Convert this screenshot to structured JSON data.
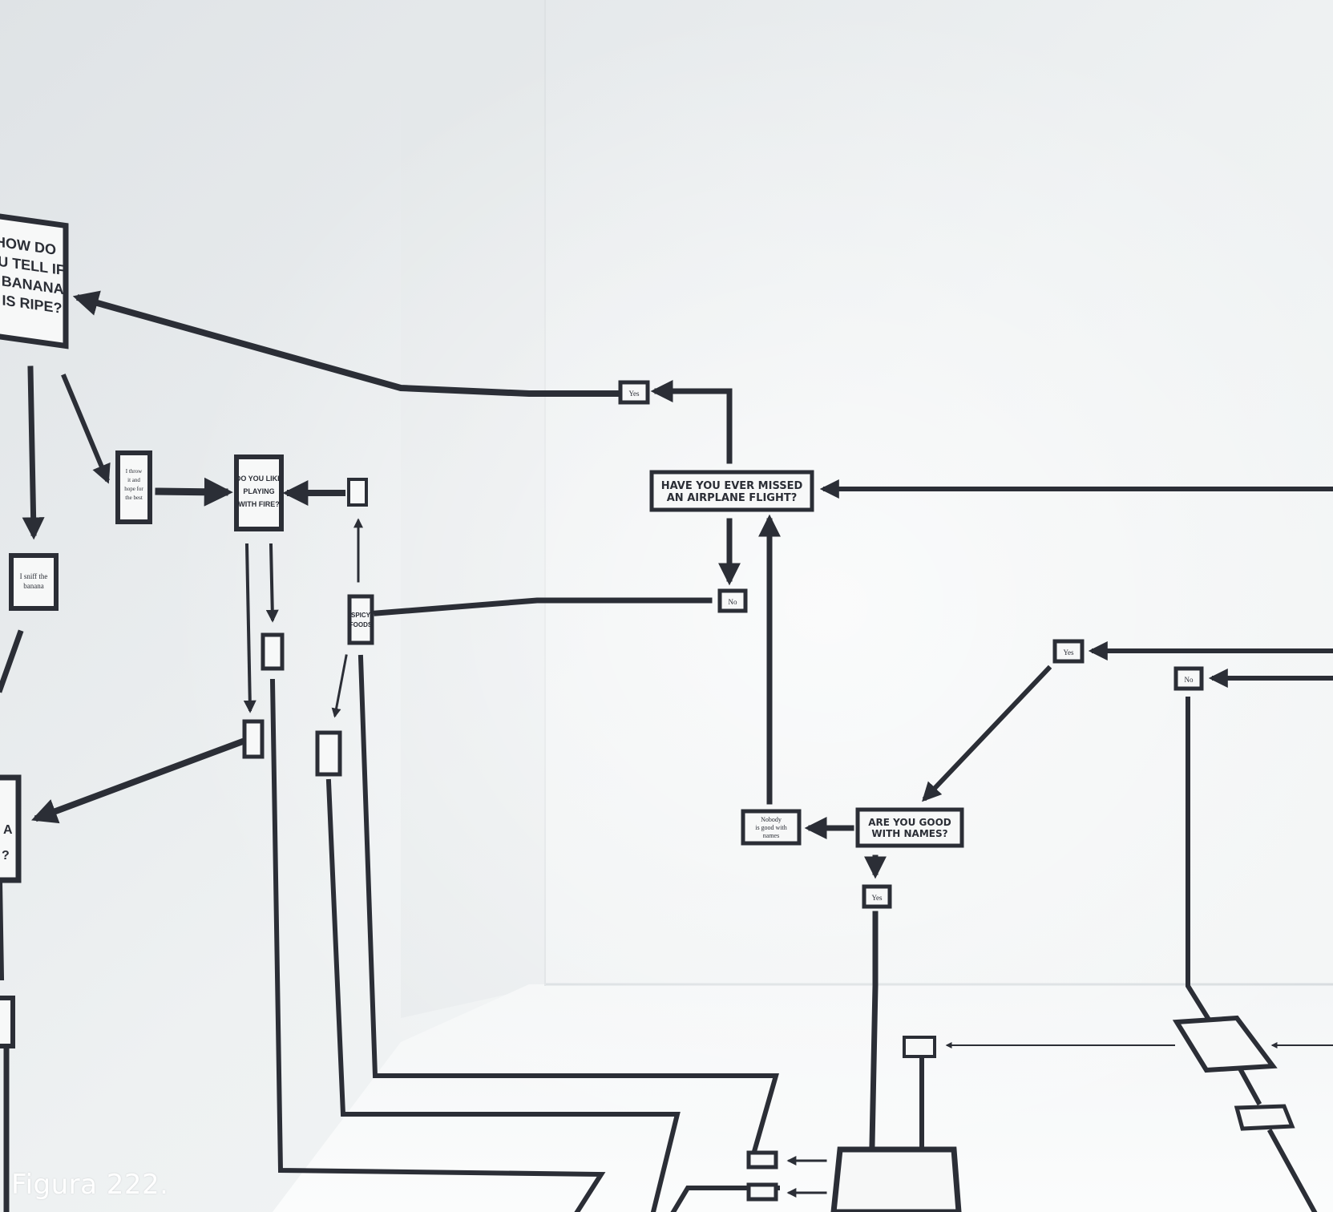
{
  "caption": "Figura 222.",
  "colors": {
    "wall": "#eceff1",
    "line": "#2b2e36",
    "box_fill": "#f7f8f8"
  },
  "boxes": {
    "banana_q": [
      "HOW DO",
      "OU TELL IF",
      "A BANANA",
      "IS RIPE?"
    ],
    "smell_banana": [
      "I sniff the",
      "banana"
    ],
    "orange_q": [
      "I throw",
      "it and",
      "hope for",
      "the best"
    ],
    "fire_q": [
      "DO YOU LIKE",
      "PLAYING",
      "WITH FIRE?"
    ],
    "spicy_foods": [
      "SPICY",
      "FOODS"
    ],
    "missed_flight": [
      "HAVE YOU EVER MISSED",
      "AN AIRPLANE FLIGHT?"
    ],
    "yes_top": "Yes",
    "no_mid": "No",
    "yes_right": "Yes",
    "no_right": "No",
    "good_names": [
      "ARE YOU GOOD",
      "WITH NAMES?"
    ],
    "nobody_good": [
      "Nobody",
      "is good with",
      "names"
    ],
    "yes_bottom": "Yes",
    "left_partial": [
      "A",
      "?"
    ]
  }
}
